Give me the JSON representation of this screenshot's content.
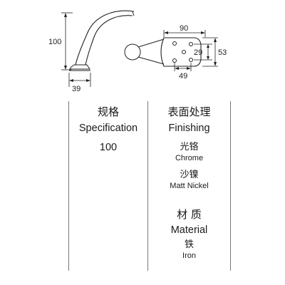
{
  "drawing": {
    "side_view": {
      "height_label": "100",
      "base_label": "39"
    },
    "plate_view": {
      "width_label": "90",
      "inner_height_label": "29",
      "outer_height_label": "53",
      "hole_spacing_label": "49"
    }
  },
  "table": {
    "specification": {
      "heading_zh": "规格",
      "heading_en": "Specification",
      "value": "100"
    },
    "finishing": {
      "heading_zh": "表面处理",
      "heading_en": "Finishing",
      "options": [
        {
          "zh": "光铬",
          "en": "Chrome"
        },
        {
          "zh": "沙镍",
          "en": "Matt Nickel"
        }
      ]
    },
    "material": {
      "heading_zh": "材 质",
      "heading_en": "Material",
      "value_zh": "铁",
      "value_en": "Iron"
    }
  }
}
